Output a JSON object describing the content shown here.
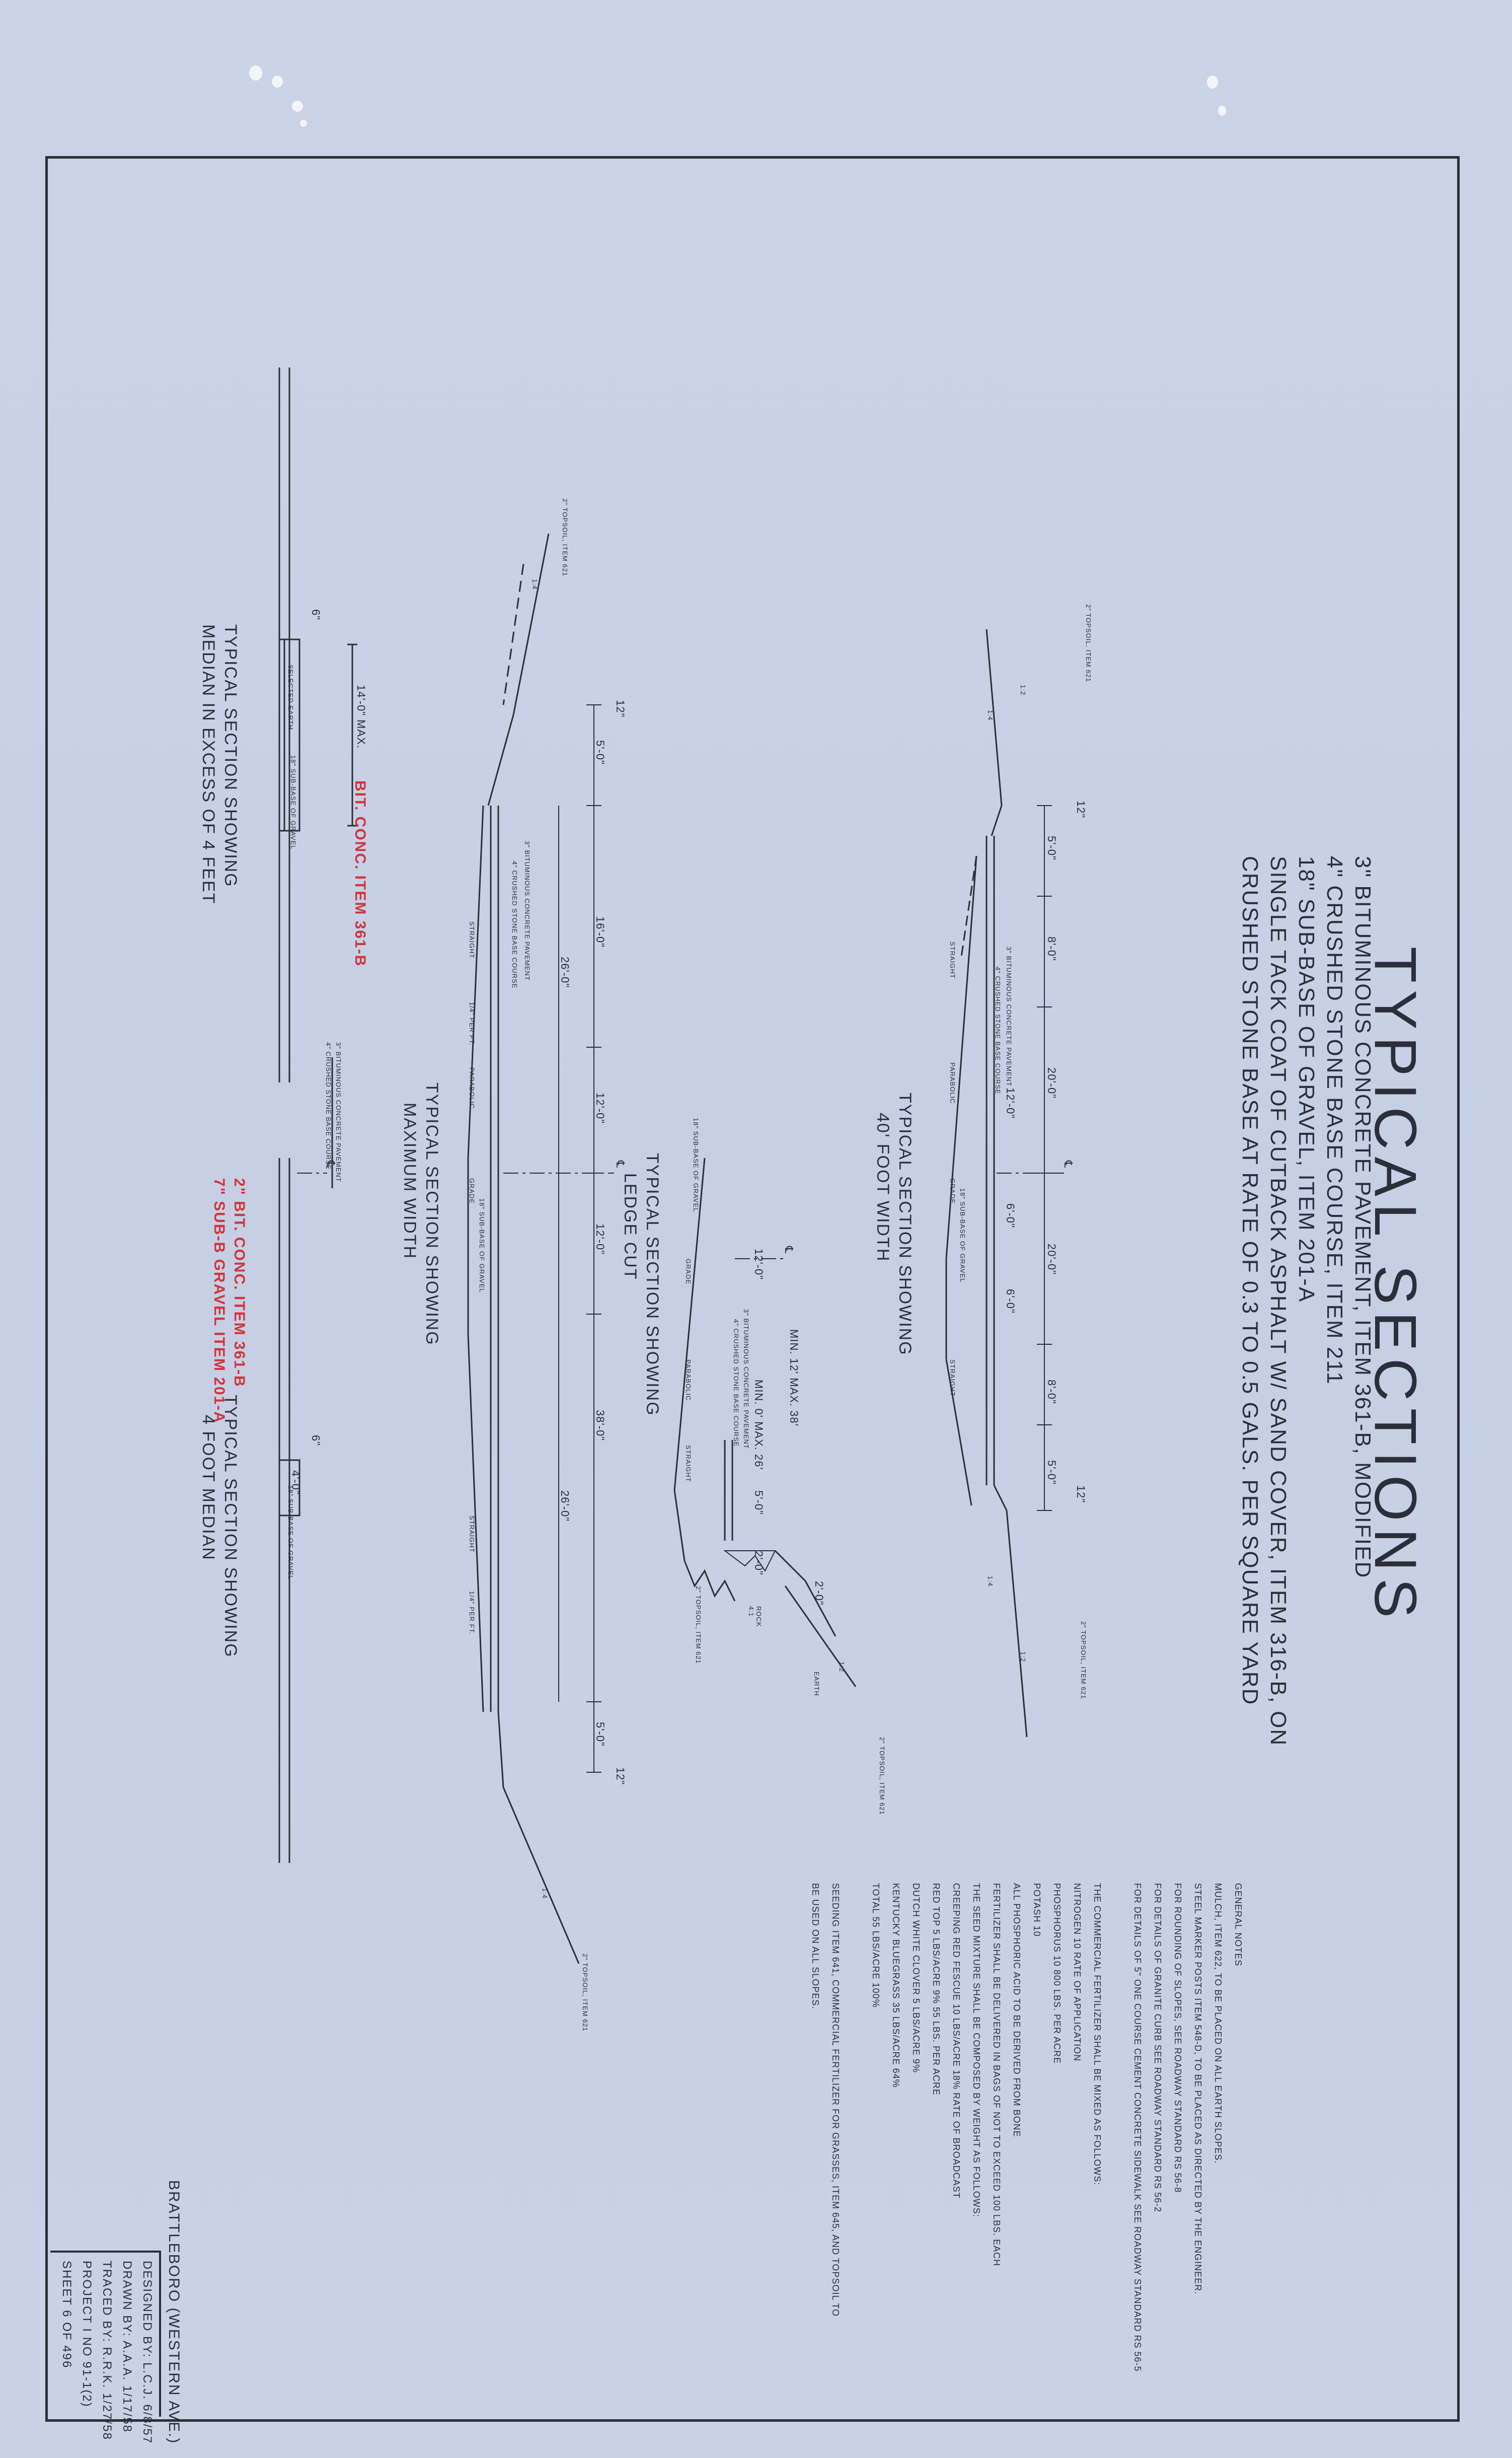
{
  "title": {
    "heading": "TYPICAL SECTIONS",
    "lines": [
      "3\" BITUMINOUS CONCRETE PAVEMENT, ITEM 361-B, MODIFIED",
      "4\" CRUSHED STONE BASE COURSE, ITEM 211",
      "18\" SUB-BASE OF GRAVEL, ITEM 201-A",
      "SINGLE TACK COAT OF CUTBACK ASPHALT W/ SAND COVER, ITEM 316-B, ON",
      "CRUSHED STONE BASE AT RATE OF 0.3 TO 0.5 GALS. PER SQUARE YARD"
    ]
  },
  "sections": {
    "forty_foot": {
      "caption_1": "TYPICAL SECTION SHOWING",
      "caption_2": "40' FOOT WIDTH"
    },
    "ledge_cut": {
      "caption_1": "TYPICAL SECTION SHOWING",
      "caption_2": "LEDGE CUT"
    },
    "maximum": {
      "caption_1": "TYPICAL SECTION SHOWING",
      "caption_2": "MAXIMUM WIDTH"
    },
    "median_excess": {
      "caption_1": "TYPICAL SECTION SHOWING",
      "caption_2": "MEDIAN IN EXCESS OF 4 FEET"
    },
    "four_foot_median": {
      "caption_1": "TYPICAL SECTION SHOWING",
      "caption_2": "4 FOOT MEDIAN"
    }
  },
  "labels": {
    "topsoil": "2\" TOPSOIL, ITEM 621",
    "straight": "STRAIGHT",
    "parabolic": "PARABOLIC",
    "grade": "GRADE",
    "subbase": "18\" SUB-BASE OF GRAVEL",
    "pavement": "3\" BITUMINOUS CONCRETE PAVEMENT",
    "base": "4\" CRUSHED STONE BASE COURSE",
    "per_ft": "1/4\" PER FT.",
    "selected_earth": "SELECTED EARTH",
    "earth": "EARTH",
    "rock": "ROCK",
    "centerline": "℄"
  },
  "dimensions": {
    "d_5_0": "5'-0\"",
    "d_8_0": "8'-0\"",
    "d_20_0": "20'-0\"",
    "d_12_0": "12'-0\"",
    "d_6_0": "6'-0\"",
    "d_16_0": "16'-0\"",
    "d_26_0": "26'-0\"",
    "d_38_0": "38'-0\"",
    "d_14_0_max": "14'-0\" MAX.",
    "d_4_0": "4'-0\"",
    "d_2_0": "2'-0\"",
    "min_12_max_38": "MIN. 12' MAX. 38'",
    "min_0_max_26": "MIN. 0' MAX. 26'",
    "d_12in": "12\"",
    "d_6in": "6\"",
    "slope_1_4": "1:4",
    "slope_1_2": "1:2",
    "slope_4_1": "4:1"
  },
  "red_notes": {
    "median": "BIT. CONC. ITEM 361-B",
    "four_foot_1": "2\" BIT. CONC. ITEM 361-B",
    "four_foot_2": "7\" SUB-B GRAVEL ITEM 201-A"
  },
  "general_notes": {
    "heading": "GENERAL NOTES",
    "lines": [
      "MULCH, ITEM 622, TO BE PLACED ON ALL EARTH SLOPES.",
      "STEEL MARKER POSTS ITEM 548-D, TO BE PLACED AS DIRECTED BY THE ENGINEER.",
      "FOR ROUNDING OF SLOPES, SEE ROADWAY STANDARD RS 56-8",
      "FOR DETAILS OF GRANITE CURB SEE ROADWAY STANDARD RS 56-2",
      "FOR DETAILS OF 5\" ONE COURSE CEMENT CONCRETE SIDEWALK SEE ROADWAY STANDARD RS 56-5",
      "",
      "THE COMMERCIAL FERTILIZER SHALL BE MIXED AS FOLLOWS:",
      "NITROGEN 10   RATE OF APPLICATION",
      "PHOSPHORUS 10   800 LBS. PER ACRE",
      "POTASH 10",
      "ALL PHOSPHORIC ACID TO BE DERIVED FROM BONE",
      "FERTILIZER SHALL BE DELIVERED IN BAGS OF NOT TO EXCEED 100 LBS. EACH",
      "THE SEED MIXTURE SHALL BE COMPOSED BY WEIGHT AS FOLLOWS:",
      "CREEPING RED FESCUE 10 LBS/ACRE 18%   RATE OF BROADCAST",
      "RED TOP 5 LBS/ACRE 9%   55 LBS. PER ACRE",
      "DUTCH WHITE CLOVER 5 LBS/ACRE 9%",
      "KENTUCKY BLUEGRASS 35 LBS/ACRE 64%",
      "TOTAL 55 LBS/ACRE 100%",
      "",
      "SEEDING ITEM 641, COMMERCIAL FERTILIZER FOR GRASSES, ITEM 645, AND TOPSOIL TO",
      "BE USED ON ALL SLOPES."
    ]
  },
  "title_block": {
    "project_name": "BRATTLEBORO (WESTERN AVE.)",
    "designed": "DESIGNED BY: L.C.J.   6/8/57",
    "drawn": "DRAWN BY: A.A.A.   1/17/58",
    "traced": "TRACED BY: R.R.K.   1/27/58",
    "project": "PROJECT I NO 91-1(2)",
    "sheet": "SHEET 6 OF 496"
  }
}
